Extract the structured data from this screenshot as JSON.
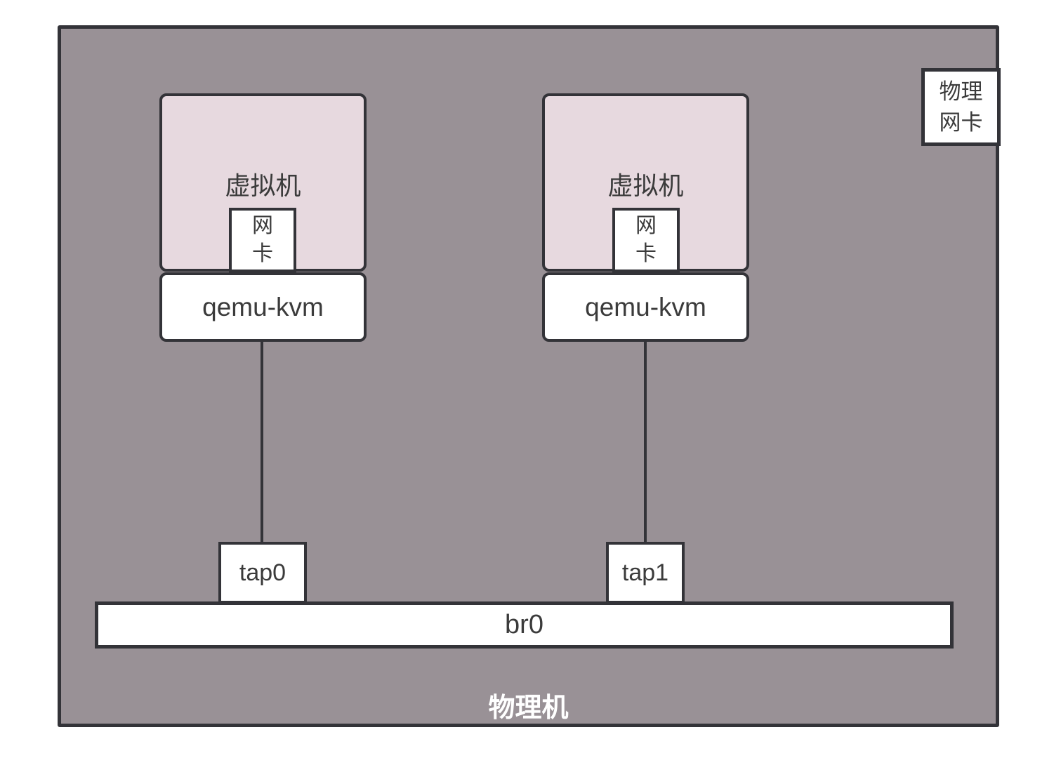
{
  "diagram": {
    "host_label": "物理机",
    "physical_nic_label": "物理网卡",
    "bridge_label": "br0",
    "vms": [
      {
        "vm_label": "虚拟机",
        "nic_label": "网卡",
        "hypervisor_label": "qemu-kvm",
        "tap_label": "tap0"
      },
      {
        "vm_label": "虚拟机",
        "nic_label": "网卡",
        "hypervisor_label": "qemu-kvm",
        "tap_label": "tap1"
      }
    ],
    "colors": {
      "host_background": "#999196",
      "vm_background": "#e7d9df",
      "border": "#333338",
      "box_background": "#ffffff",
      "text": "#3b3b3b",
      "host_label_text": "#ffffff"
    }
  }
}
